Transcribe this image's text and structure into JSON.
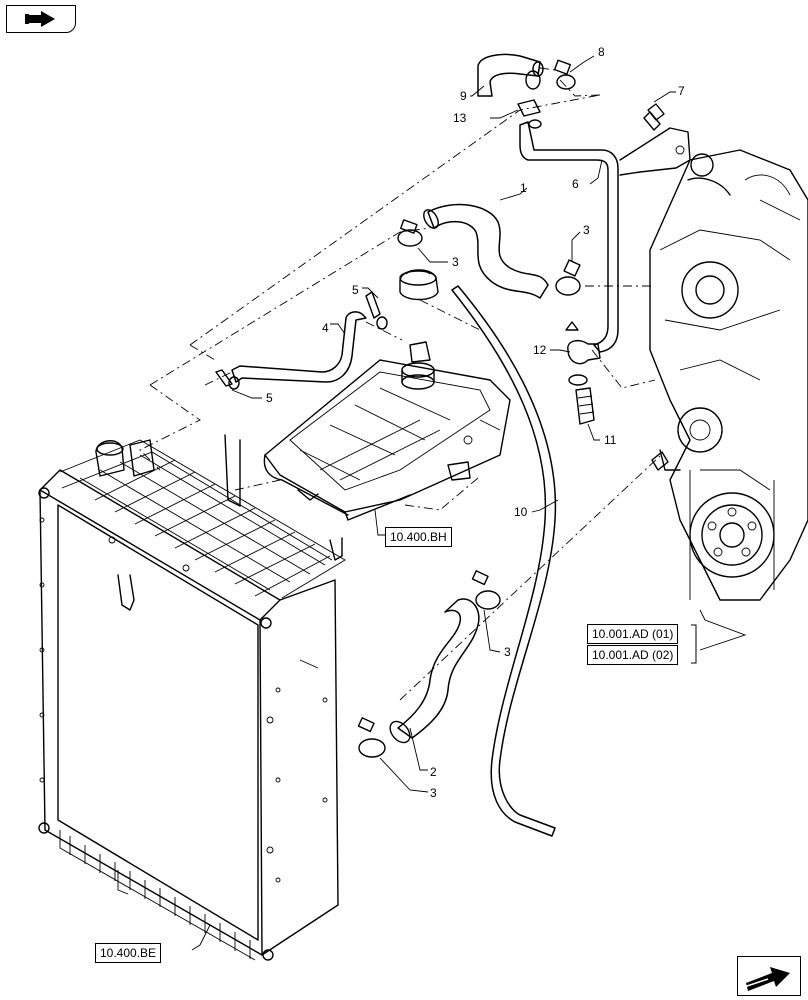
{
  "callouts": [
    "1",
    "2",
    "3",
    "3",
    "3",
    "3",
    "4",
    "5",
    "5",
    "6",
    "7",
    "8",
    "9",
    "10",
    "11",
    "12",
    "13"
  ],
  "references": {
    "expansion_tank": "10.400.BH",
    "radiator": "10.400.BE",
    "engine_1": "10.001.AD (01)",
    "engine_2": "10.001.AD (02)"
  },
  "nav": {
    "top_left_icon": "book-arrow-icon",
    "bottom_right_icon": "next-page-arrow-icon"
  }
}
